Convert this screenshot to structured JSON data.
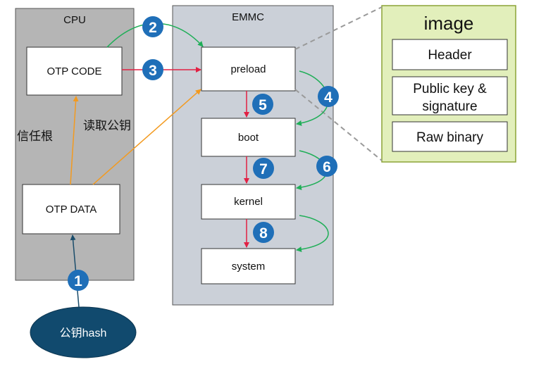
{
  "cpu": {
    "title": "CPU",
    "otp_code": "OTP CODE",
    "otp_data": "OTP DATA",
    "root_of_trust": "信任根",
    "read_pubkey": "读取公钥"
  },
  "emmc": {
    "title": "EMMC",
    "stages": [
      "preload",
      "boot",
      "kernel",
      "system"
    ]
  },
  "image": {
    "title": "image",
    "header": "Header",
    "pubkey_line1": "Public key &",
    "pubkey_line2": "signature",
    "raw": "Raw binary"
  },
  "hash_node": "公钥hash",
  "steps": [
    "1",
    "2",
    "3",
    "4",
    "5",
    "6",
    "7",
    "8"
  ],
  "colors": {
    "panel": "#b5b5b5",
    "emmc_panel": "#cbd0d8",
    "image_panel": "#e2efbb",
    "image_border": "#8ca437",
    "badge": "#1f6fb8",
    "hash_fill": "#114a6e",
    "arrow_red": "#e22043",
    "arrow_green": "#1fae57",
    "arrow_orange": "#f39a1f",
    "arrow_dark": "#1b4d6b"
  }
}
